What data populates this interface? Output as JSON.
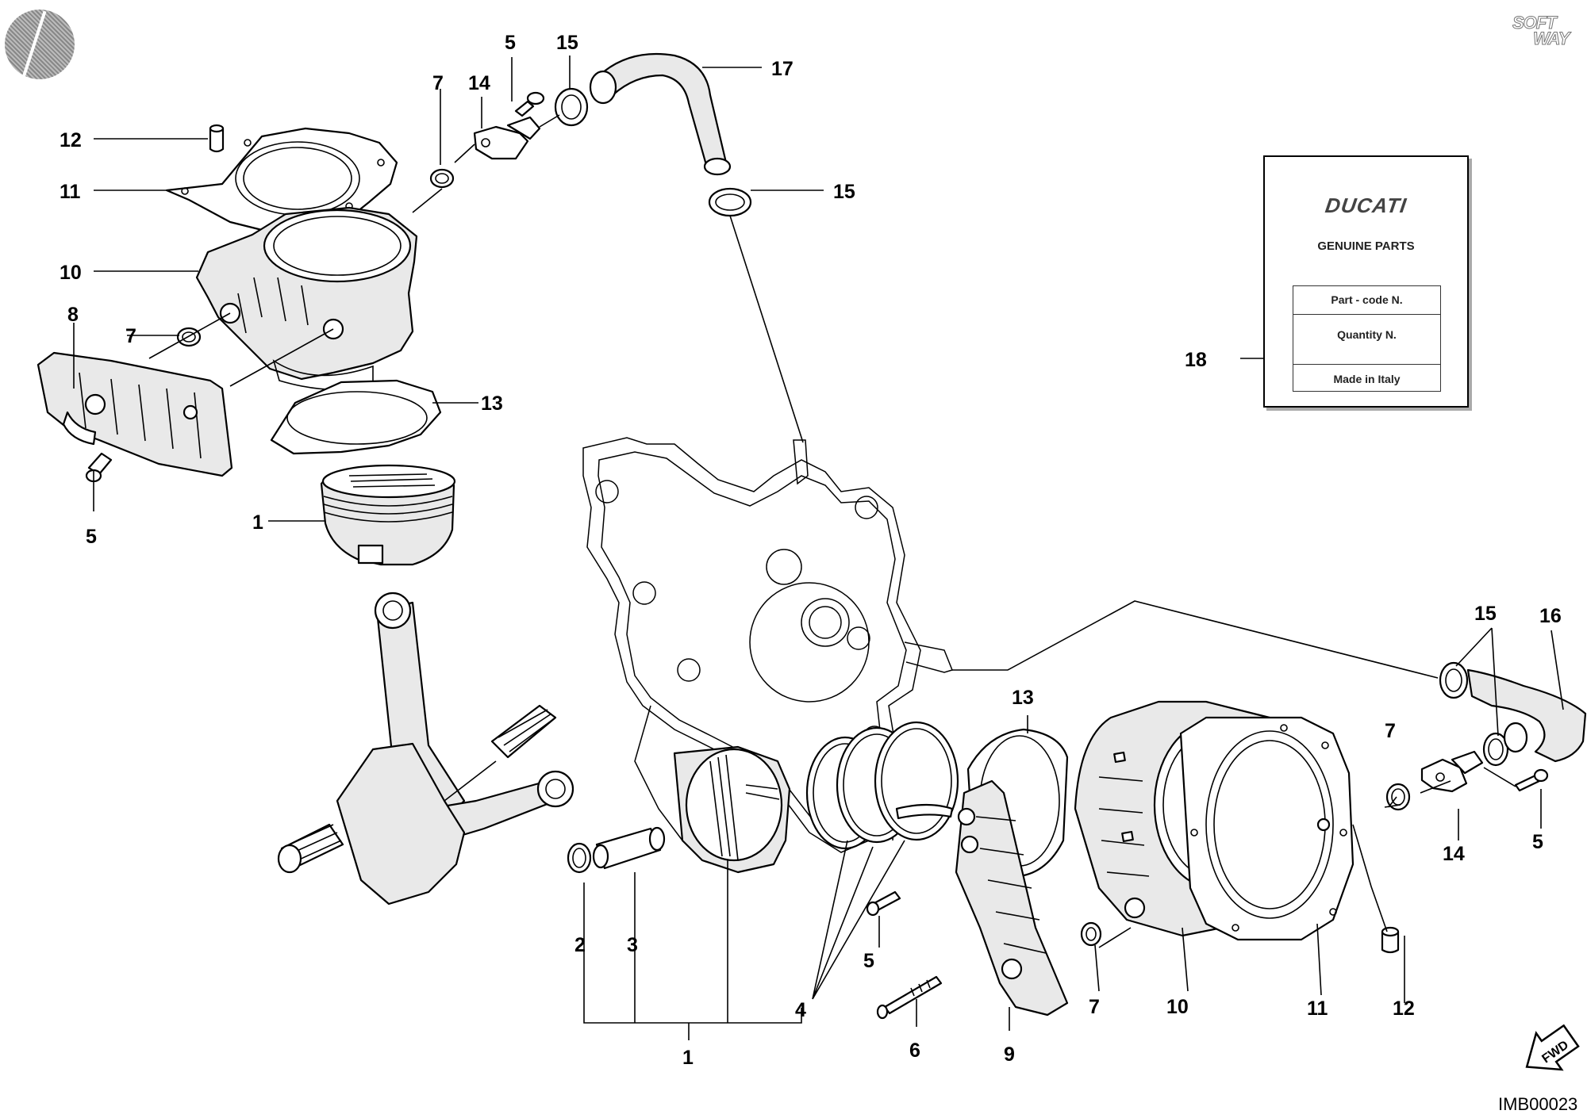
{
  "diagram": {
    "image_code": "IMB00023",
    "direction_marker": "FWD",
    "corner_logo": {
      "line1": "SOFT",
      "line2": "WAY"
    },
    "label_card": {
      "brand": "DUCATI",
      "heading": "GENUINE PARTS",
      "rows": [
        "Part - code N.",
        "Quantity N.",
        "Made in Italy"
      ]
    },
    "callouts": {
      "c1a": "1",
      "c1b": "1",
      "c2": "2",
      "c3": "3",
      "c4": "4",
      "c5a": "5",
      "c5b": "5",
      "c5c": "5",
      "c5d": "5",
      "c6": "6",
      "c7a": "7",
      "c7b": "7",
      "c7c": "7",
      "c7d": "7",
      "c8": "8",
      "c9": "9",
      "c10a": "10",
      "c10b": "10",
      "c11a": "11",
      "c11b": "11",
      "c12a": "12",
      "c12b": "12",
      "c13a": "13",
      "c13b": "13",
      "c14a": "14",
      "c14b": "14",
      "c15a": "15",
      "c15b": "15",
      "c15c": "15",
      "c16": "16",
      "c17": "17",
      "c18": "18"
    }
  }
}
